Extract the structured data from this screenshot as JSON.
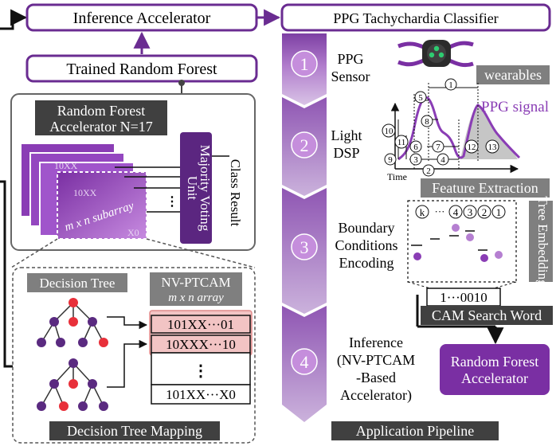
{
  "top": {
    "inference_accelerator": "Inference Accelerator",
    "trained_random_forest": "Trained Random Forest",
    "ppg_classifier": "PPG Tachychardia Classifier"
  },
  "rf_block": {
    "header_line1": "Random Forest",
    "header_line2": "Accelerator N=17",
    "subarray_rows": [
      "10XX",
      "10XX",
      "10XX",
      "X0"
    ],
    "subarray_label": "m x n subarray",
    "majority_line1": "Majority Voting",
    "majority_line2": "Unit",
    "dots": "⋮",
    "class_result": "Class Result"
  },
  "mapping": {
    "decision_tree": "Decision Tree",
    "ptcam_line1": "NV-PTCAM",
    "ptcam_line2": "m x n array",
    "rows": [
      "101XX···01",
      "10XXX···10",
      "⋮",
      "101XX···X0"
    ],
    "footer": "Decision Tree Mapping"
  },
  "pipeline": {
    "steps": [
      {
        "num": "1",
        "label": [
          "PPG",
          "Sensor"
        ]
      },
      {
        "num": "2",
        "label": [
          "Light",
          "DSP"
        ]
      },
      {
        "num": "3",
        "label": [
          "Boundary",
          "Conditions",
          "Encoding"
        ]
      },
      {
        "num": "4",
        "label": [
          "Inference",
          "(NV-PTCAM",
          "-Based",
          "Accelerator)"
        ]
      }
    ],
    "footer": "Application Pipeline"
  },
  "right": {
    "wearables": "wearables",
    "ppg_signal": "PPG signal",
    "time": "Time",
    "feature_extraction": "Feature Extraction",
    "feature_numbers": [
      "1",
      "2",
      "3",
      "4",
      "5",
      "6",
      "7",
      "8",
      "9",
      "10",
      "11",
      "12",
      "13"
    ],
    "tree_embedding": "Tree Embedding",
    "embed_header": [
      "k",
      "···",
      "4",
      "3",
      "2",
      "1"
    ],
    "cam_word_value": "1···0010",
    "cam_search_word": "CAM Search Word",
    "rf_accel_line1": "Random Forest",
    "rf_accel_line2": "Accelerator"
  },
  "colors": {
    "purple": "#6a2c91",
    "light_purple": "#b57fd1",
    "gray_box": "#7f7f7f",
    "dark_box": "#404040",
    "pink_row": "#f2c4c4",
    "red_node": "#e8303a",
    "node_purple": "#5a2a80",
    "green_led": "#2ecc71"
  }
}
